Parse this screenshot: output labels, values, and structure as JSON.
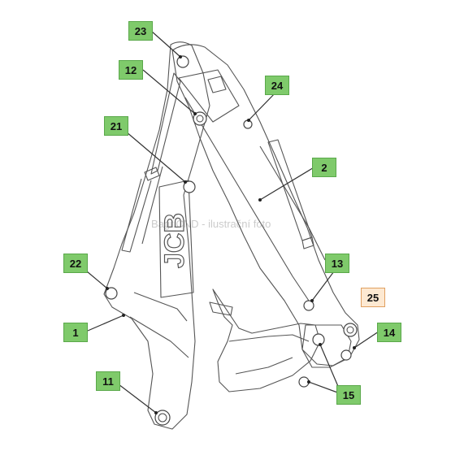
{
  "diagram": {
    "watermark": "Bagr.CND - ilustrační foto",
    "callouts": {
      "c23": "23",
      "c12": "12",
      "c24": "24",
      "c21": "21",
      "c2": "2",
      "c22": "22",
      "c13": "13",
      "c25": "25",
      "c1": "1",
      "c14": "14",
      "c11": "11",
      "c15": "15"
    },
    "brand_logo": "JCB",
    "colors": {
      "callout_fill": "#7fca6b",
      "callout_border": "#5aa84a",
      "selected_fill": "#fde9d2",
      "selected_border": "#e0a060",
      "line": "#333333"
    }
  }
}
